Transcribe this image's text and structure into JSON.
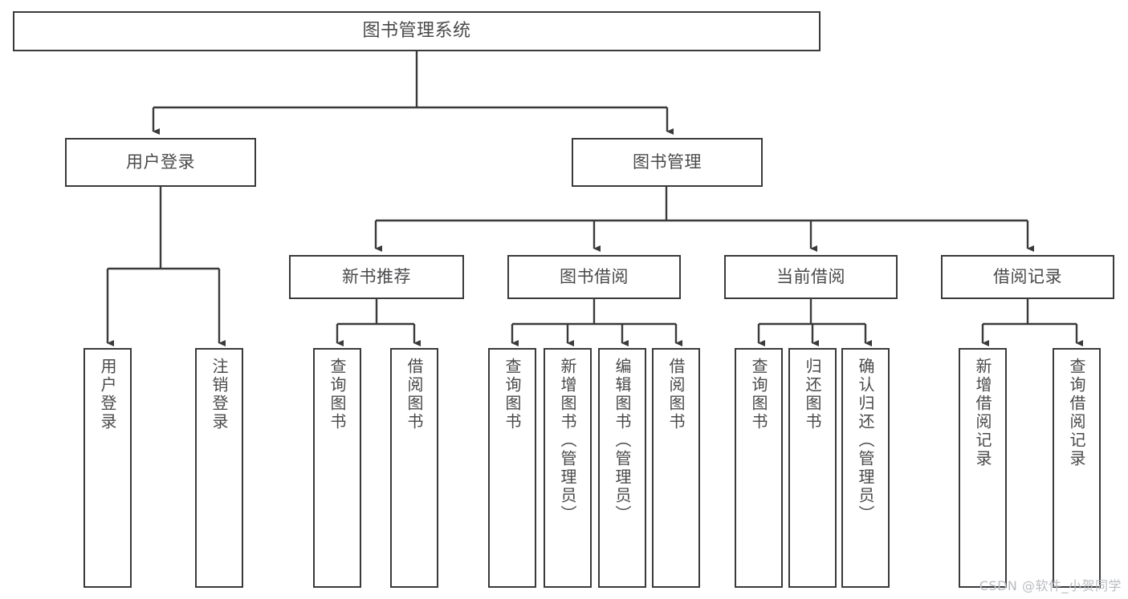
{
  "diagram": {
    "title": "图书管理系统",
    "type": "tree",
    "stroke_color": "#3a3a3c",
    "text_color": "#4a4a4c",
    "background_color": "#ffffff",
    "watermark": "CSDN @软件_小贺同学"
  },
  "nodes": {
    "root": {
      "label": "图书管理系统"
    },
    "level2": [
      {
        "id": "user-login",
        "label": "用户登录"
      },
      {
        "id": "book-manage",
        "label": "图书管理"
      }
    ],
    "level3": [
      {
        "id": "new-book-recommend",
        "label": "新书推荐"
      },
      {
        "id": "book-borrow",
        "label": "图书借阅"
      },
      {
        "id": "current-borrow",
        "label": "当前借阅"
      },
      {
        "id": "borrow-record",
        "label": "借阅记录"
      }
    ],
    "leaves": {
      "user_login": [
        {
          "id": "leaf-user-login",
          "label": "用户登录"
        },
        {
          "id": "leaf-logout-login",
          "label": "注销登录"
        }
      ],
      "new_book_recommend": [
        {
          "id": "leaf-query-book-1",
          "label": "查询图书"
        },
        {
          "id": "leaf-borrow-book-1",
          "label": "借阅图书"
        }
      ],
      "book_borrow": [
        {
          "id": "leaf-query-book-2",
          "label": "查询图书"
        },
        {
          "id": "leaf-add-book",
          "label": "新增图书（管理员）"
        },
        {
          "id": "leaf-edit-book",
          "label": "编辑图书（管理员）"
        },
        {
          "id": "leaf-borrow-book-2",
          "label": "借阅图书"
        }
      ],
      "current_borrow": [
        {
          "id": "leaf-query-book-3",
          "label": "查询图书"
        },
        {
          "id": "leaf-return-book",
          "label": "归还图书"
        },
        {
          "id": "leaf-confirm-return",
          "label": "确认归还（管理员）"
        }
      ],
      "borrow_record": [
        {
          "id": "leaf-add-record",
          "label": "新增借阅记录"
        },
        {
          "id": "leaf-query-record",
          "label": "查询借阅记录"
        }
      ]
    }
  }
}
